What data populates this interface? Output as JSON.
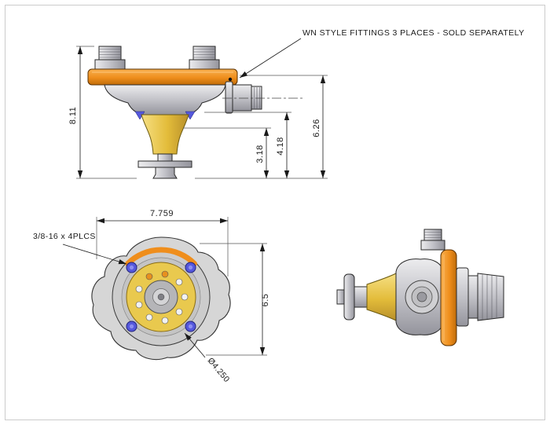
{
  "page": {
    "background": "#ffffff",
    "border_color": "#cccccc"
  },
  "notes": {
    "fittings": "WN STYLE FITTINGS 3 PLACES - SOLD SEPARATELY",
    "bolt_spec": "3/8-16 x 4PLCS",
    "bolt_circle_dia": "Ø4.250"
  },
  "front_view": {
    "dims": {
      "overall_height": "8.11",
      "cone_height": "3.18",
      "body_height": "4.18",
      "plate_height": "6.26"
    }
  },
  "top_view": {
    "dims": {
      "overall_width": "7.759",
      "overall_height": "6.5"
    }
  },
  "colors": {
    "plate_orange": "#EF8E1C",
    "impeller_gold": "#E3BC3A",
    "hardware_blue": "#5558DD",
    "body_gray": "#C2C2C8",
    "line_black": "#1A1A1A"
  }
}
